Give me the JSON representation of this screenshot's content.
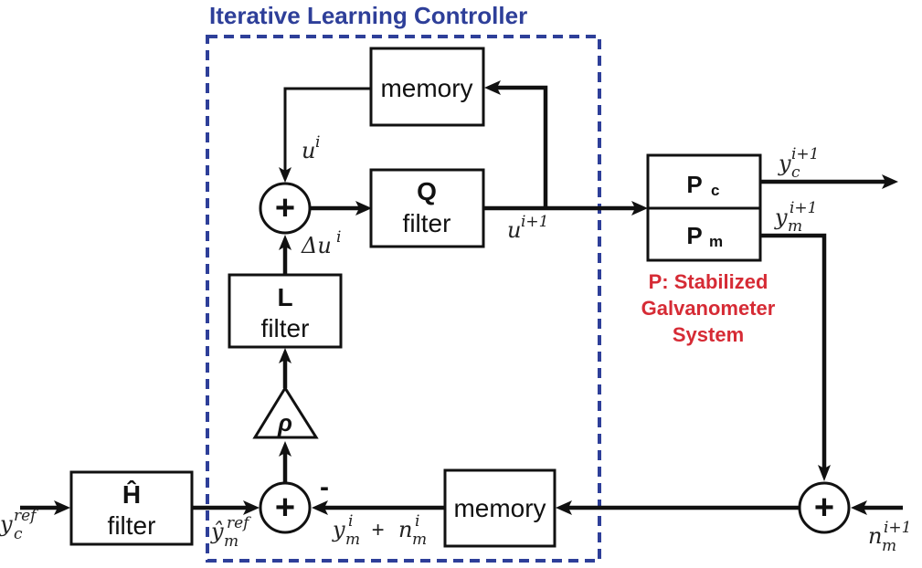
{
  "title": "Iterative Learning Controller",
  "colors": {
    "ilc_frame": "#2E3F99",
    "plant_caption": "#D62B35",
    "line": "#111111"
  },
  "blocks": {
    "memory_top": {
      "label": "memory"
    },
    "q_filter": {
      "name": "Q",
      "label": "filter"
    },
    "l_filter": {
      "name": "L",
      "label": "filter"
    },
    "rho_gain": {
      "label": "ρ"
    },
    "h_filter": {
      "name": "Ĥ",
      "label": "filter"
    },
    "memory_bottom": {
      "label": "memory"
    },
    "plant_c": {
      "name": "P",
      "sub": "c"
    },
    "plant_m": {
      "name": "P",
      "sub": "m"
    }
  },
  "plant_caption": [
    "P: Stabilized",
    "Galvanometer",
    "System"
  ],
  "summing_junctions": {
    "top": "+",
    "bottom": "+",
    "noise": "+",
    "minus_sign": "-"
  },
  "signals": {
    "u_i": {
      "base": "u",
      "sup": "i"
    },
    "delta_u_i": {
      "base": "Δu",
      "sup": "i"
    },
    "u_i1": {
      "base": "u",
      "sup": "i+1"
    },
    "y_c_i1": {
      "base": "y",
      "sub": "c",
      "sup": "i+1"
    },
    "y_m_i1": {
      "base": "y",
      "sub": "m",
      "sup": "i+1"
    },
    "y_c_ref": {
      "base": "y",
      "sub": "c",
      "sup": "ref"
    },
    "y_hat_m_ref": {
      "base": "ŷ",
      "sub": "m",
      "sup": "ref"
    },
    "y_m_i_plus_n": {
      "base1": "y",
      "sub1": "m",
      "sup1": "i",
      "op": " + ",
      "base2": "n",
      "sub2": "m",
      "sup2": "i"
    },
    "n_m_i1": {
      "base": "n",
      "sub": "m",
      "sup": "i+1"
    }
  }
}
